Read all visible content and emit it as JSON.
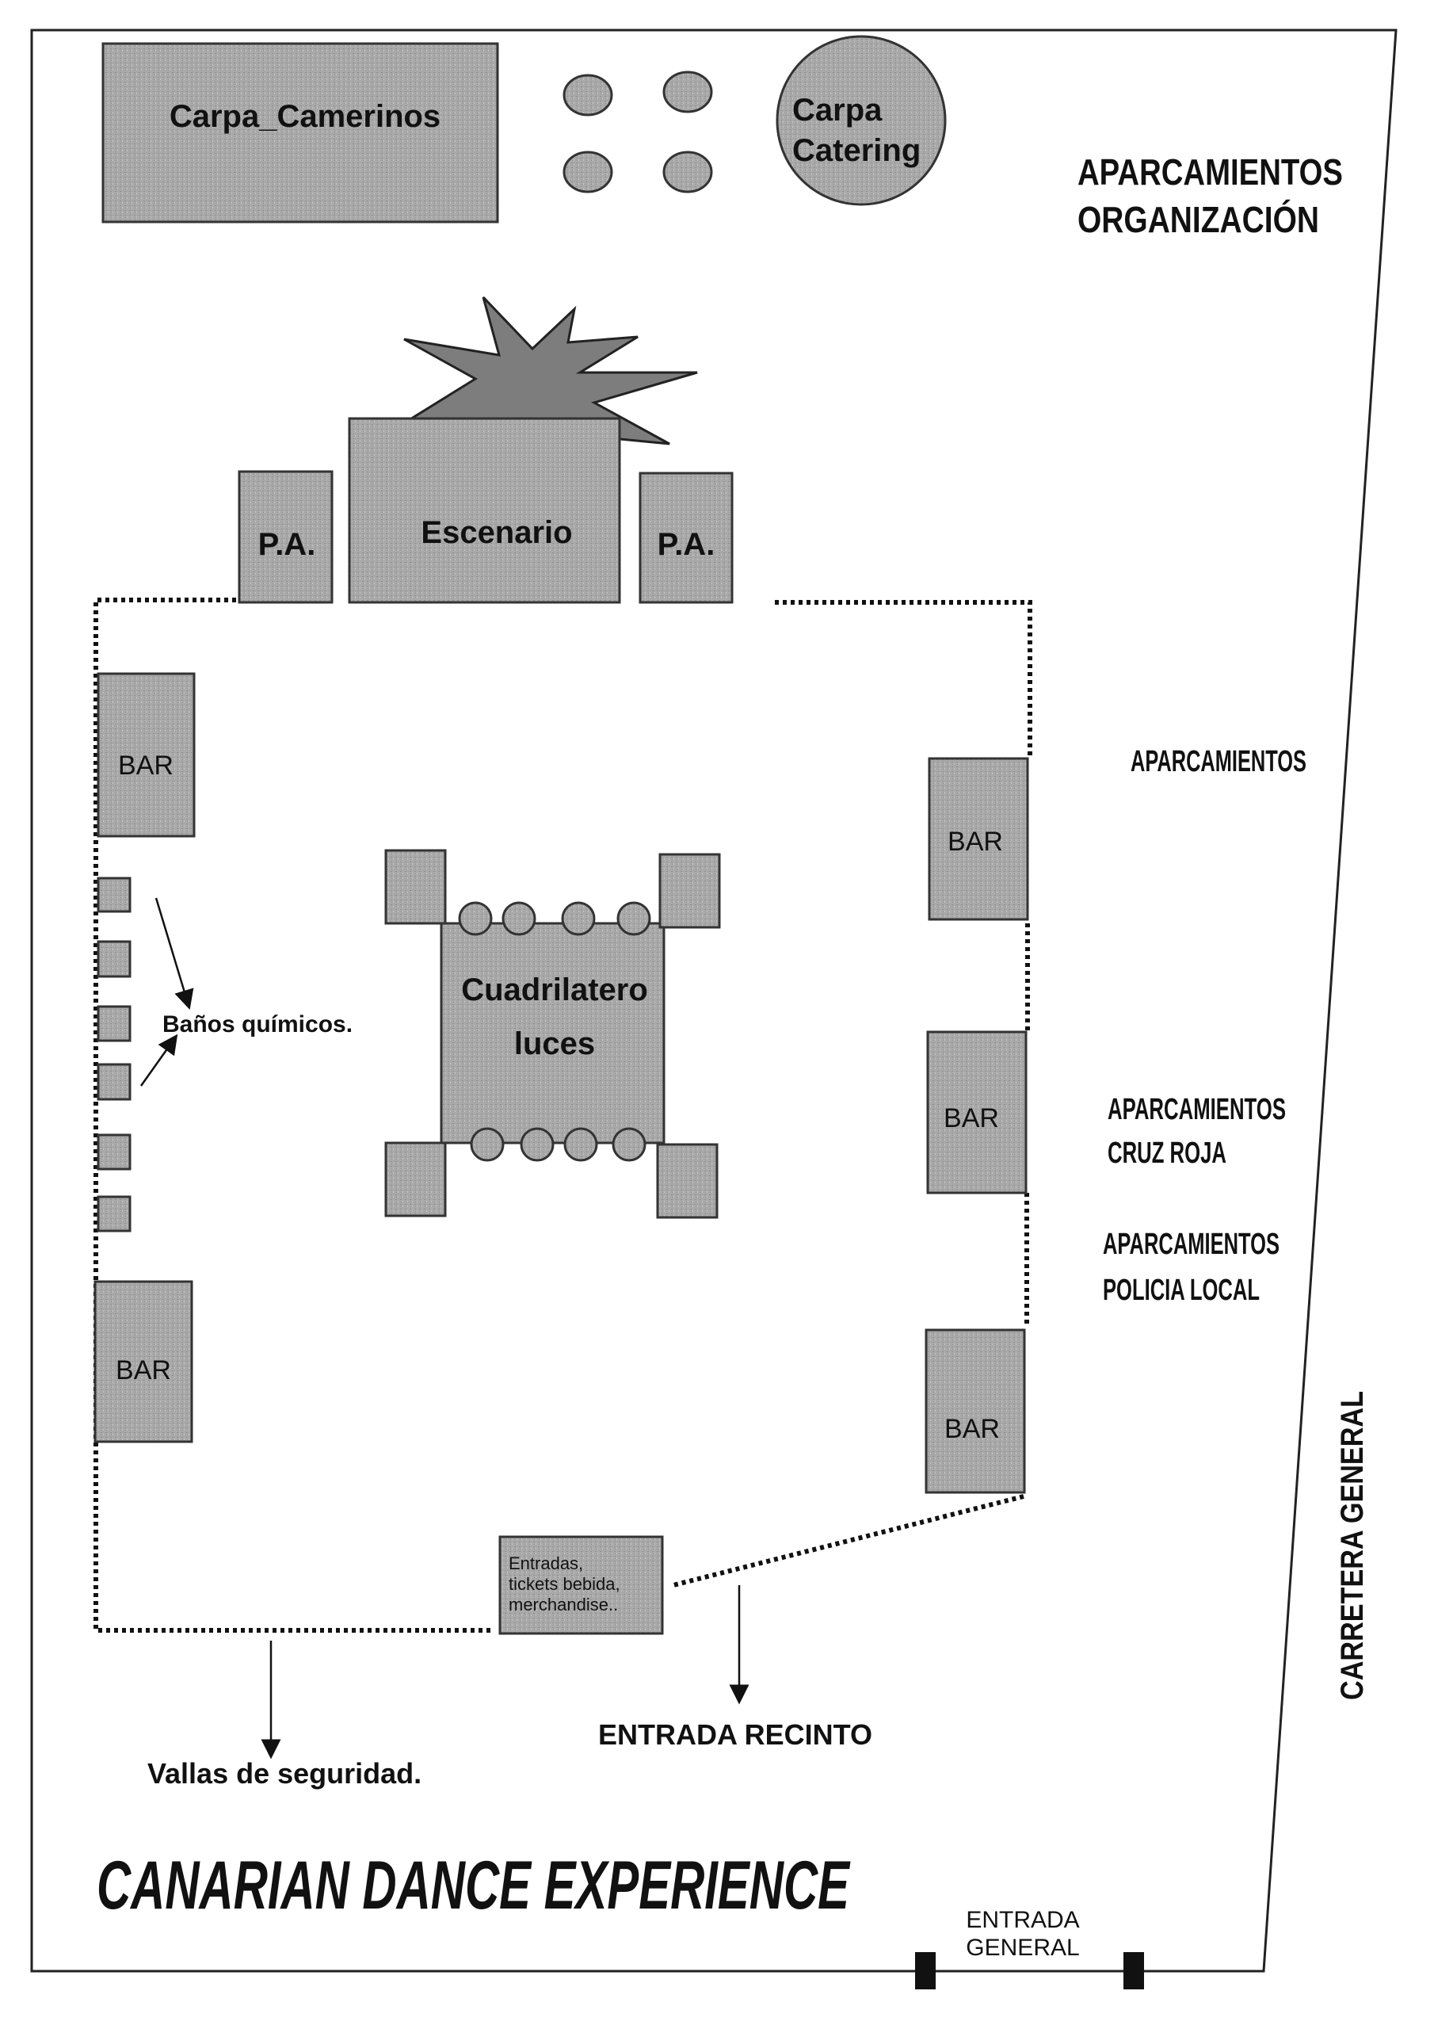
{
  "labels": {
    "camerinos": "Carpa_Camerinos",
    "catering_line1": "Carpa",
    "catering_line2": "Catering",
    "park_org_line1": "APARCAMIENTOS",
    "park_org_line2": "ORGANIZACIÓN",
    "escenario": "Escenario",
    "pa": "P.A.",
    "bar": "BAR",
    "aparcamientos": "APARCAMIENTOS",
    "cuadrilatero_line1": "Cuadrilatero",
    "cuadrilatero_line2": "luces",
    "banos": "Baños químicos.",
    "park_cruz_line1": "APARCAMIENTOS",
    "park_cruz_line2": "CRUZ ROJA",
    "park_policia_line1": "APARCAMIENTOS",
    "park_policia_line2": "POLICIA LOCAL",
    "carretera": "CARRETERA GENERAL",
    "entradas_line1": "Entradas,",
    "entradas_line2": "tickets bebida,",
    "entradas_line3": "merchandise..",
    "entrada_recinto": "ENTRADA RECINTO",
    "vallas": "Vallas de seguridad.",
    "title": "CANARIAN DANCE EXPERIENCE",
    "entrada_general_line1": "ENTRADA",
    "entrada_general_line2": "GENERAL"
  },
  "colors": {
    "fill": "#a9a9a9",
    "ink": "#111111"
  }
}
